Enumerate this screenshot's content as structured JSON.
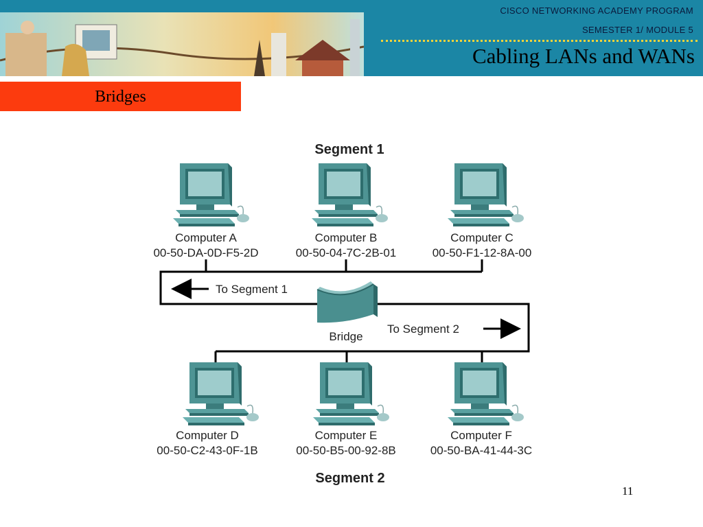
{
  "header": {
    "program": "CISCO NETWORKING ACADEMY PROGRAM",
    "module": "SEMESTER 1/ MODULE 5",
    "title": "Cabling LANs and WANs"
  },
  "section": {
    "label": "Bridges"
  },
  "diagram": {
    "segment1_label": "Segment 1",
    "segment2_label": "Segment 2",
    "to_segment1": "To Segment 1",
    "to_segment2": "To Segment 2",
    "bridge_label": "Bridge",
    "segment1_computers": [
      {
        "name": "Computer A",
        "mac": "00-50-DA-0D-F5-2D"
      },
      {
        "name": "Computer B",
        "mac": "00-50-04-7C-2B-01"
      },
      {
        "name": "Computer C",
        "mac": "00-50-F1-12-8A-00"
      }
    ],
    "segment2_computers": [
      {
        "name": "Computer D",
        "mac": "00-50-C2-43-0F-1B"
      },
      {
        "name": "Computer E",
        "mac": "00-50-B5-00-92-8B"
      },
      {
        "name": "Computer F",
        "mac": "00-50-BA-41-44-3C"
      }
    ]
  },
  "footer": {
    "page_number": "11"
  },
  "colors": {
    "header_bg": "#1b86a5",
    "section_bar": "#fc3b0e",
    "dotted_line": "#f2d43a",
    "computer": "#4a8f8f"
  }
}
